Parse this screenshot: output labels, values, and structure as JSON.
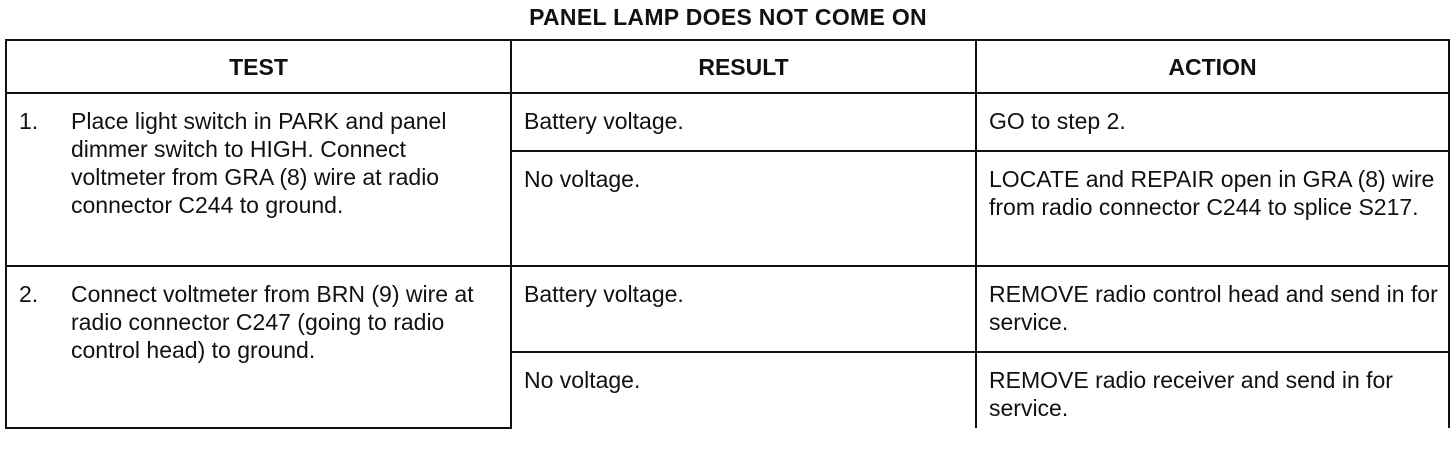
{
  "title": "PANEL LAMP DOES NOT COME ON",
  "headers": {
    "test": "TEST",
    "result": "RESULT",
    "action": "ACTION"
  },
  "steps": [
    {
      "number": "1.",
      "test": "Place light switch in PARK and panel dimmer switch to HIGH. Connect voltmeter from GRA (8) wire at radio connector C244 to ground.",
      "outcomes": [
        {
          "result": "Battery voltage.",
          "action": "GO to step 2."
        },
        {
          "result": "No voltage.",
          "action": "LOCATE and REPAIR open in GRA (8) wire from radio connector C244 to splice S217."
        }
      ]
    },
    {
      "number": "2.",
      "test": "Connect voltmeter from BRN (9) wire at radio connector C247 (going to radio control head) to ground.",
      "outcomes": [
        {
          "result": "Battery voltage.",
          "action": "REMOVE radio control head and send in for service."
        },
        {
          "result": "No voltage.",
          "action": "REMOVE radio receiver and send in for service."
        }
      ]
    }
  ]
}
